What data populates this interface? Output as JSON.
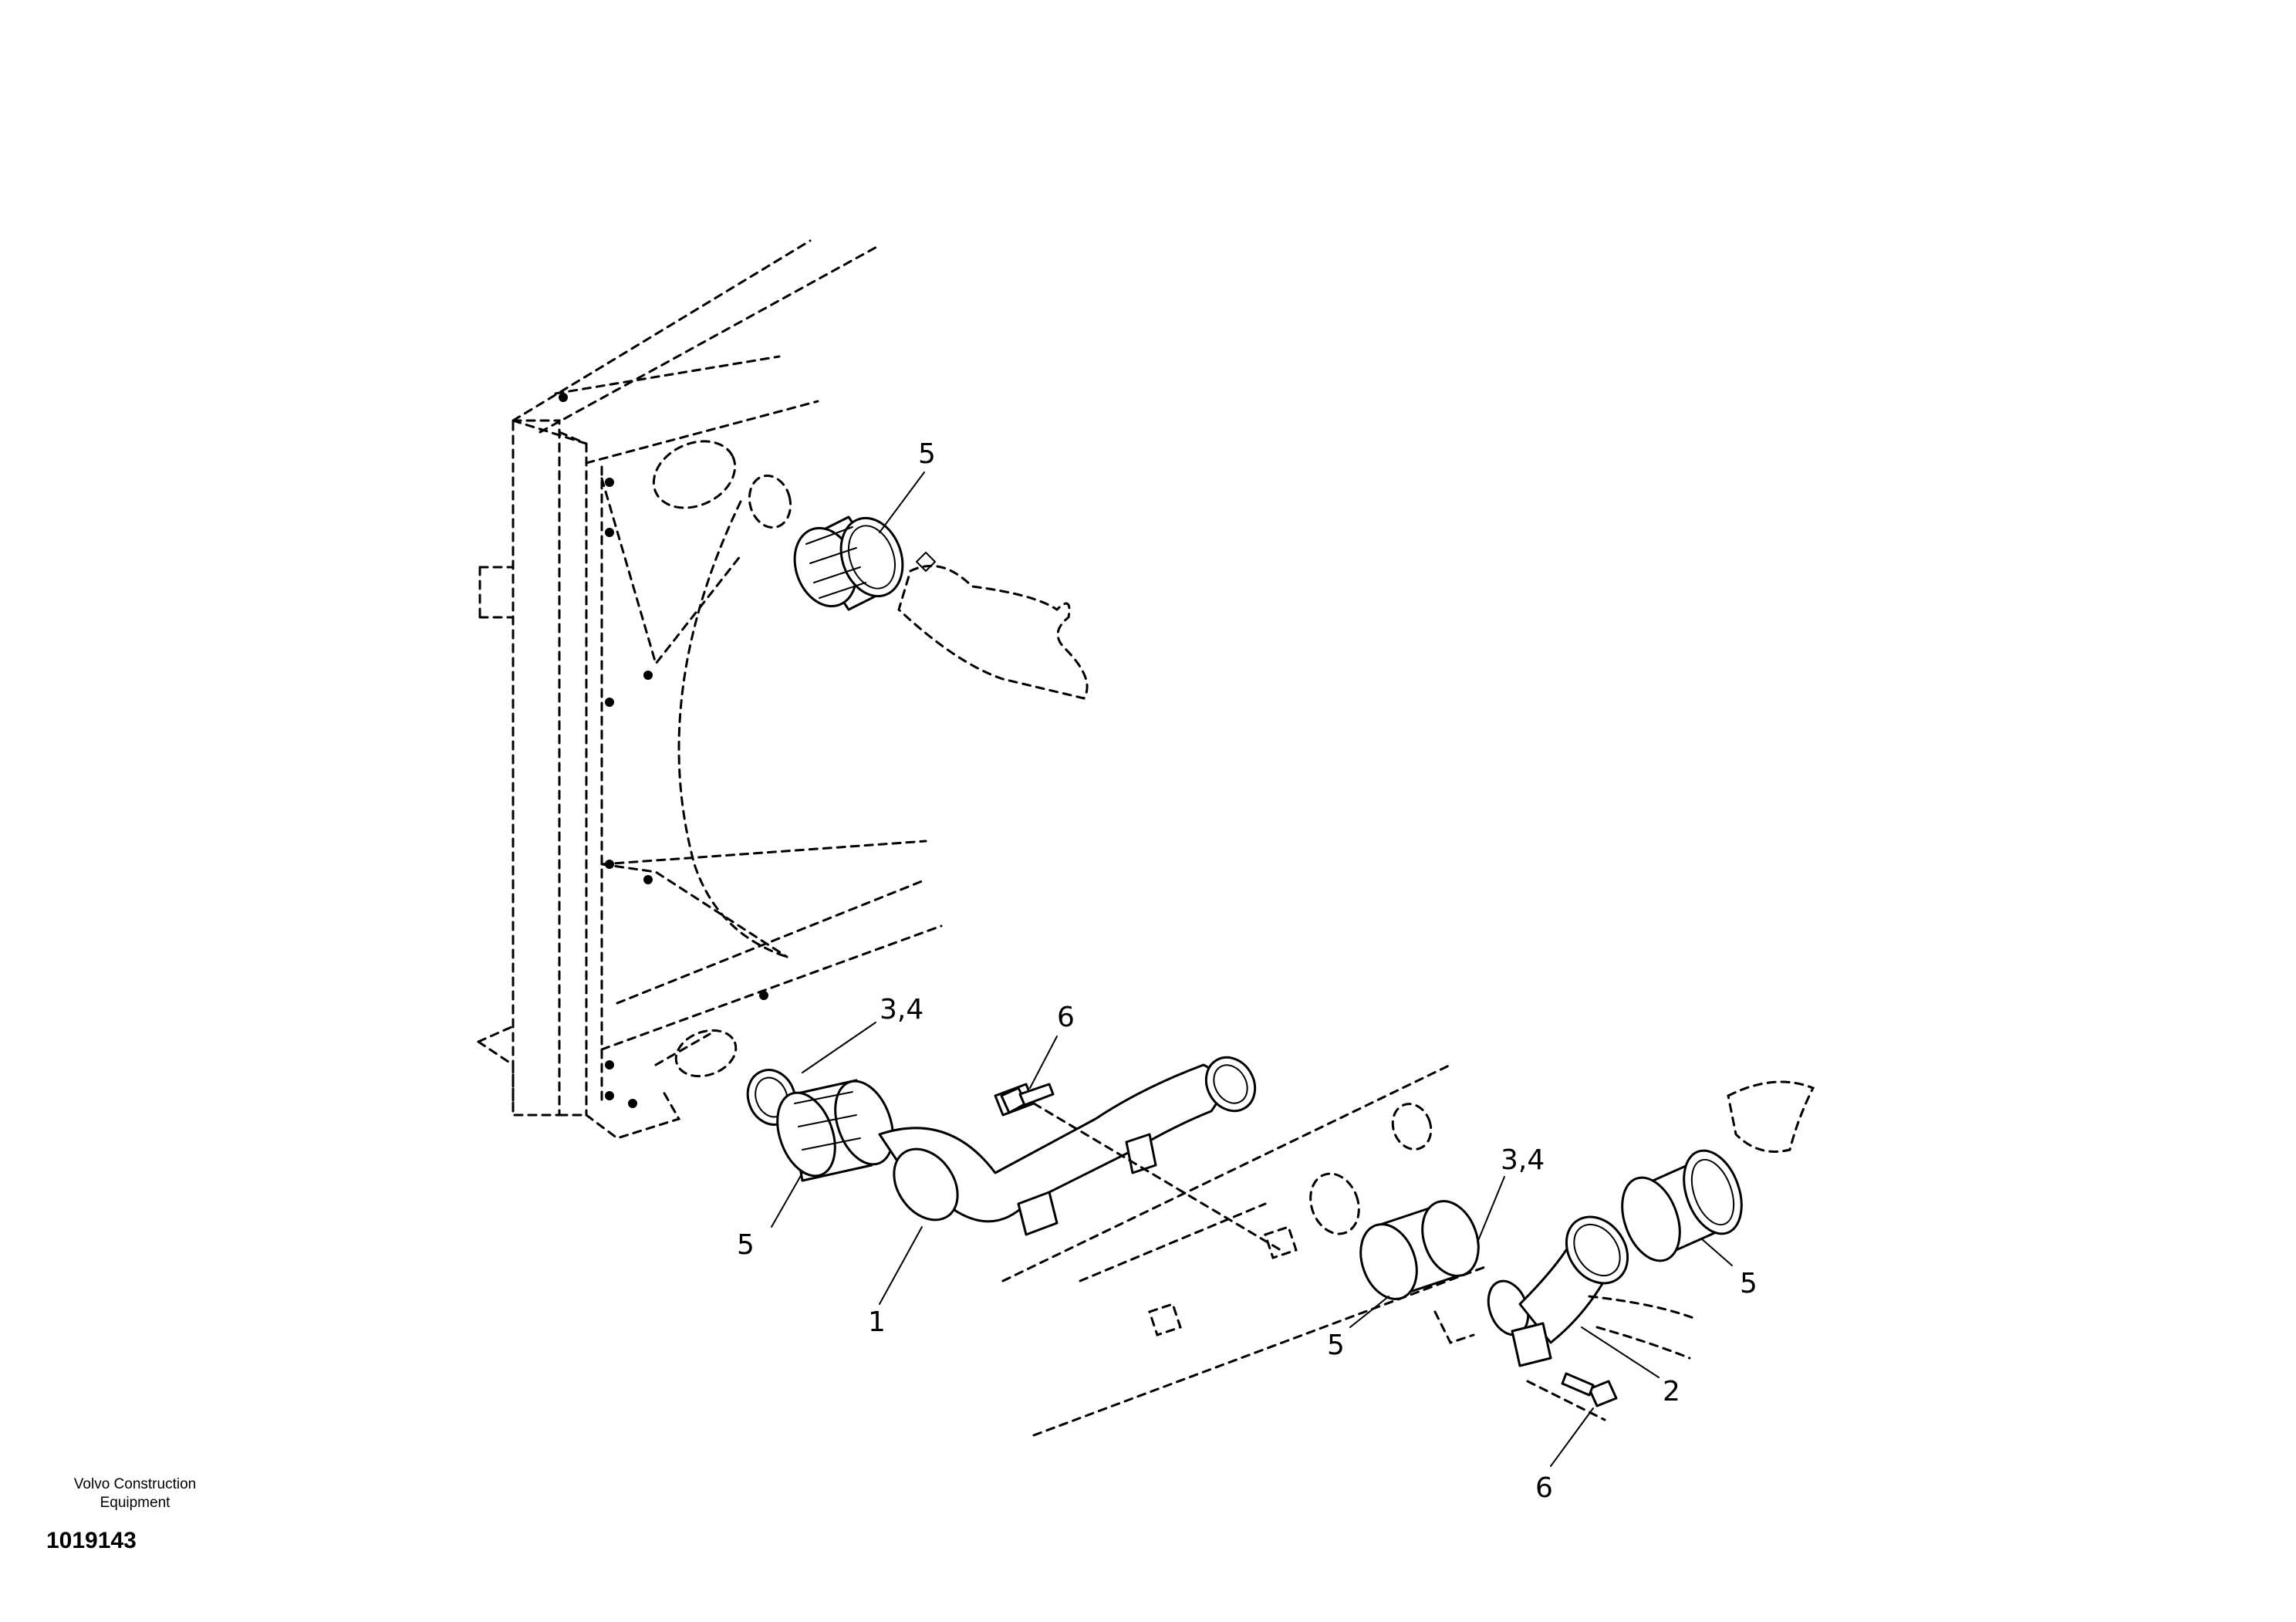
{
  "callouts": {
    "c_top_5": "5",
    "c_34_left": "3,4",
    "c_6_top": "6",
    "c_5_left": "5",
    "c_1": "1",
    "c_34_right": "3,4",
    "c_5_mid": "5",
    "c_5_right": "5",
    "c_2": "2",
    "c_6_bottom": "6"
  },
  "footer": {
    "maker": "Volvo Construction Equipment",
    "doc_number": "1019143"
  }
}
